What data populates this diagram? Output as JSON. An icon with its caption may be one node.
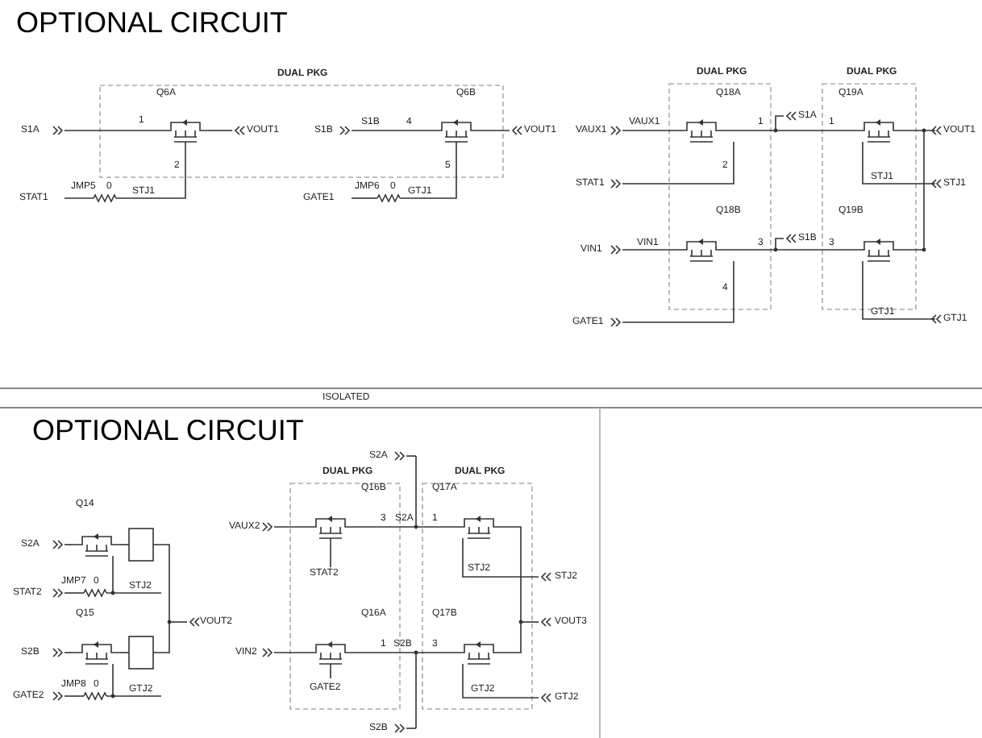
{
  "diagram": {
    "title": "OPTIONAL CIRCUIT",
    "labels": [
      "DUAL PKG",
      "DUAL PKG",
      "DUAL PKG",
      "Q6A",
      "Q6B",
      "1",
      "S1A",
      "VOUT1",
      "S1B",
      "S1B",
      "4",
      "VOUT1",
      "2",
      "5",
      "JMP5",
      "0",
      "STJ1",
      "STAT1",
      "JMP6",
      "0",
      "GTJ1",
      "GATE1",
      "Q18A",
      "Q19A",
      "VAUX1",
      "VAUX1",
      "1",
      "S1A",
      "1",
      "VOUT1",
      "2",
      "STAT1",
      "STJ1",
      "STJ1",
      "Q18B",
      "Q19B",
      "VIN1",
      "VIN1",
      "3",
      "S1B",
      "3",
      "4",
      "GATE1",
      "GTJ1",
      "GTJ1",
      "ISOLATED",
      "OPTIONAL CIRCUIT",
      "S2A",
      "DUAL PKG",
      "DUAL PKG",
      "Q14",
      "Q16B",
      "Q17A",
      "VAUX2",
      "3",
      "S2A",
      "1",
      "S2A",
      "STAT2",
      "JMP7",
      "0",
      "STJ2",
      "STAT2",
      "STJ2",
      "STJ2",
      "Q15",
      "VOUT2",
      "Q16A",
      "Q17B",
      "VOUT3",
      "VIN2",
      "1",
      "S2B",
      "3",
      "S2B",
      "JMP8",
      "0",
      "GTJ2",
      "GATE2",
      "GATE2",
      "GTJ2",
      "GTJ2",
      "S2B"
    ]
  }
}
